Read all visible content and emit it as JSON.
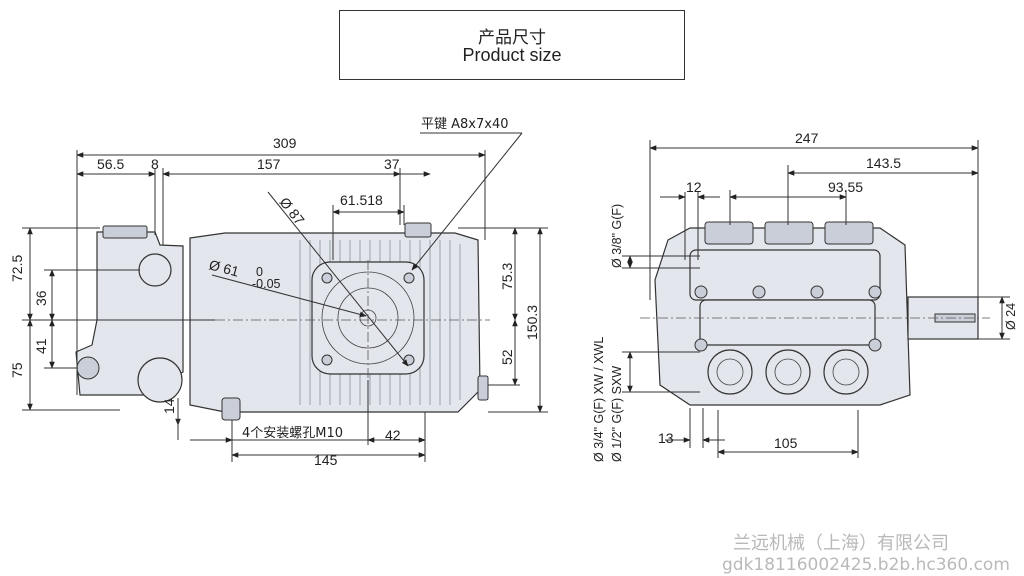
{
  "header": {
    "title_cn": "产品尺寸",
    "title_en": "Product size"
  },
  "side_view": {
    "key_label": "平键 A8x7x40",
    "dims": {
      "overall_length": "309",
      "d56_5": "56.5",
      "d8": "8",
      "d157": "157",
      "d37": "37",
      "d61_518": "61.518",
      "dia87": "Ø 87",
      "dia61": "Ø 61",
      "dia61_tol_upper": "0",
      "dia61_tol_lower": "-0.05",
      "d72_5": "72.5",
      "d36": "36",
      "d41": "41",
      "d75": "75",
      "d75_3": "75.3",
      "d150_3": "150.3",
      "d52": "52",
      "d14": "14",
      "d42": "42",
      "d145": "145",
      "mount_holes": "4个安装螺孔M10"
    }
  },
  "front_view": {
    "dims": {
      "d247": "247",
      "d143_5": "143.5",
      "d93_55": "93.55",
      "d12": "12",
      "d13": "13",
      "d105": "105",
      "d24": "Ø 24",
      "port_top": "Ø 3/8\" G(F)",
      "port_xw": "Ø 3/4\" G(F) XW / XWL",
      "port_sxw": "Ø 1/2\" G(F) SXW"
    }
  },
  "watermark": {
    "company": "兰远机械（上海）有限公司",
    "site": "gdk18116002425.b2b.hc360.com"
  }
}
